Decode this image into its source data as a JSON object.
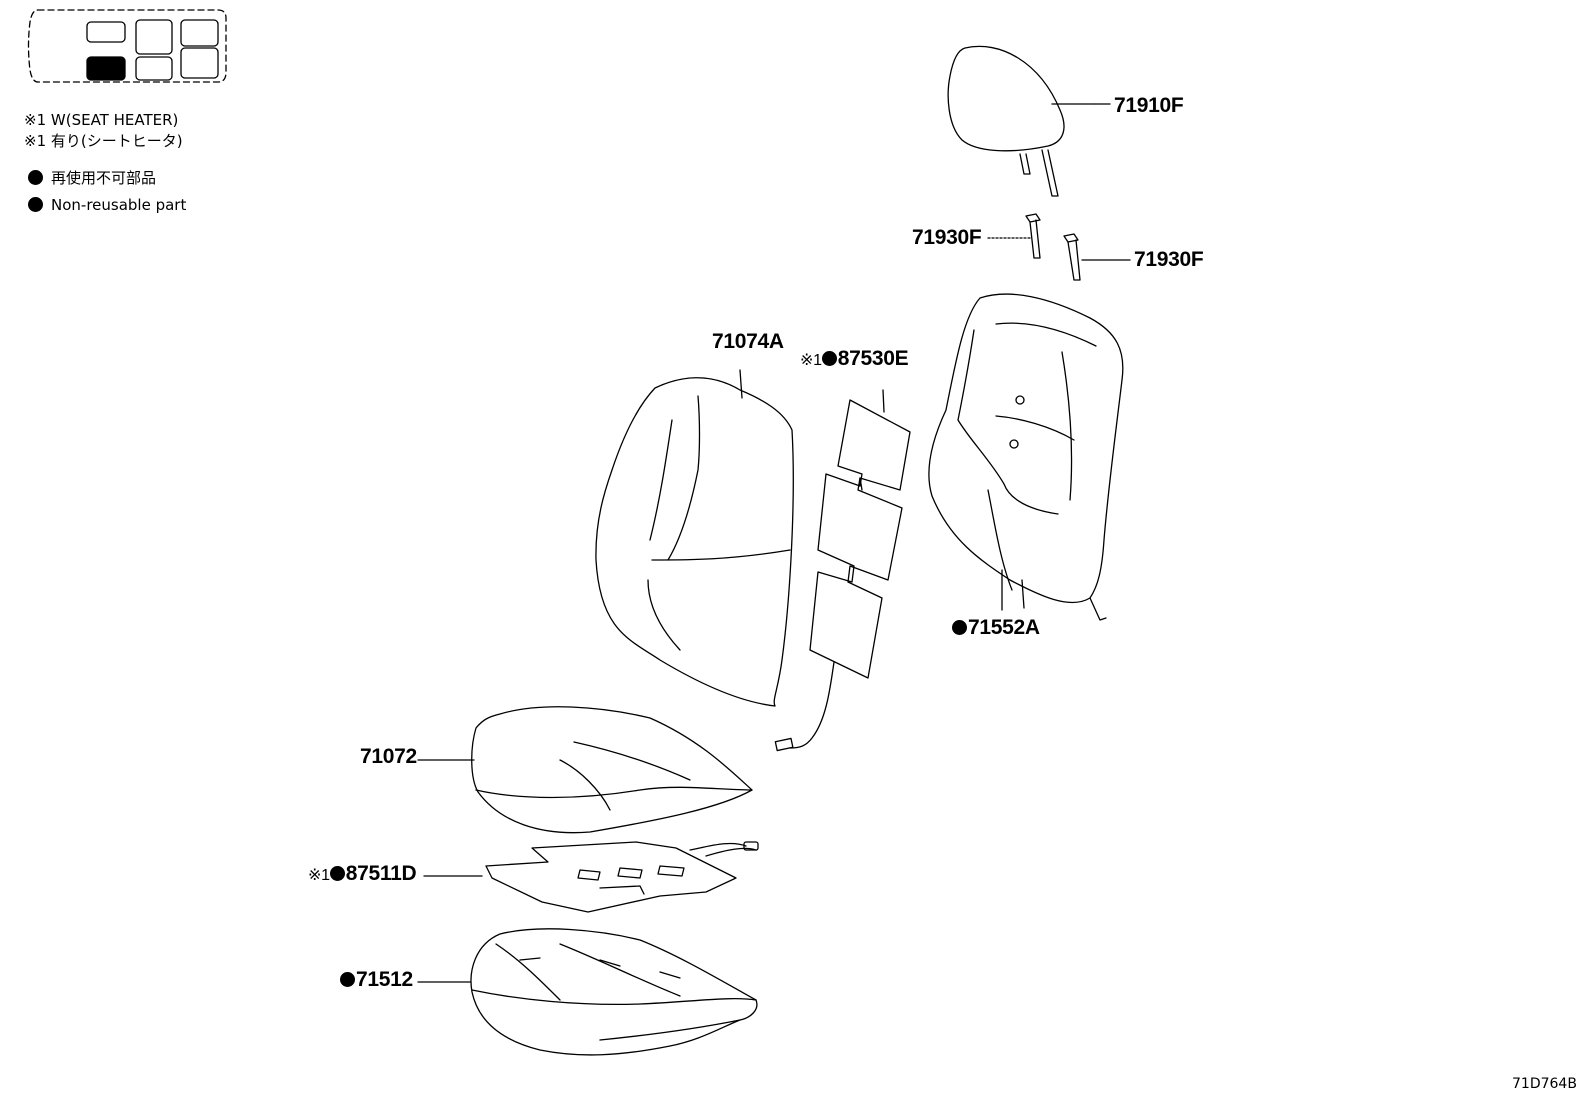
{
  "legend": {
    "heater_note_en": "※1 W(SEAT HEATER)",
    "heater_note_jp": "※1 有り(シートヒータ)",
    "nonreusable_jp": "再使用不可部品",
    "nonreusable_en": "Non-reusable part"
  },
  "parts": {
    "headrest": {
      "number": "71910F"
    },
    "headrest_support_left": {
      "number": "71930F"
    },
    "headrest_support_right": {
      "number": "71930F"
    },
    "seatback_cover": {
      "number": "71074A"
    },
    "seatback_heater": {
      "mark": "※1",
      "number": "87530E"
    },
    "seatback_pad": {
      "number": "71552A"
    },
    "cushion_cover": {
      "number": "71072"
    },
    "cushion_heater": {
      "mark": "※1",
      "number": "87511D"
    },
    "cushion_pad": {
      "number": "71512"
    }
  },
  "illustration_id": "71D764B"
}
